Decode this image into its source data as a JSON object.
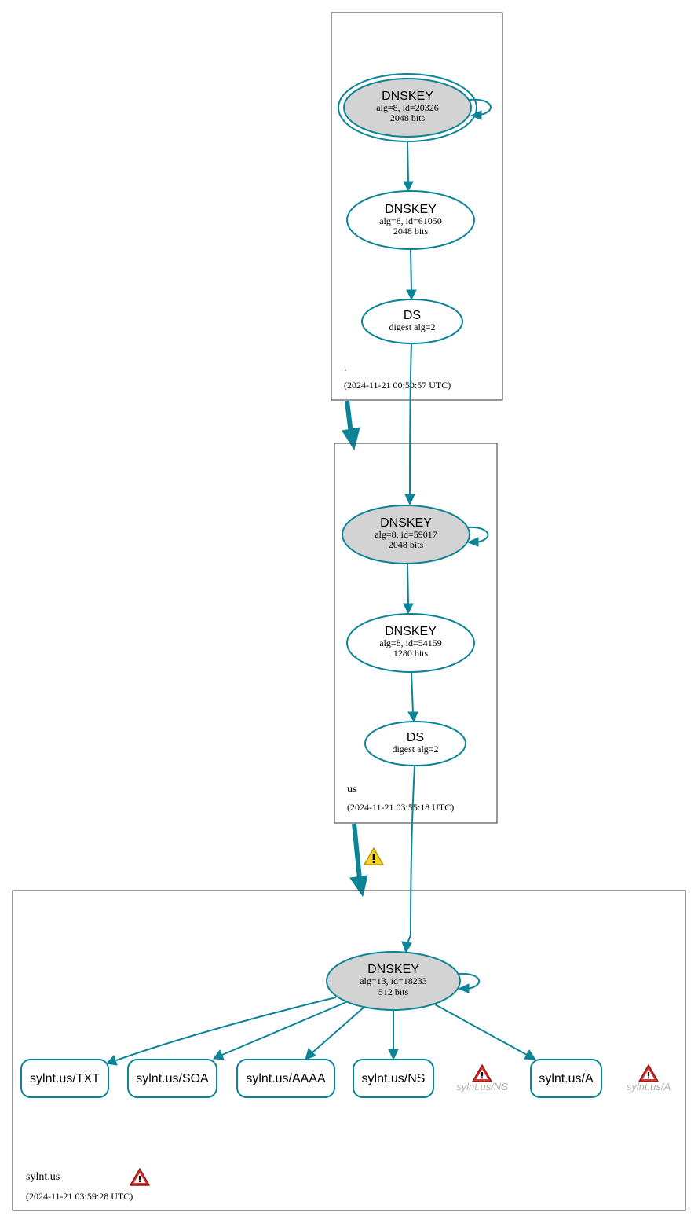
{
  "zones": {
    "root": {
      "name": ".",
      "timestamp": "(2024-11-21 00:50:57 UTC)",
      "ksk": {
        "title": "DNSKEY",
        "line1": "alg=8, id=20326",
        "line2": "2048 bits"
      },
      "zsk": {
        "title": "DNSKEY",
        "line1": "alg=8, id=61050",
        "line2": "2048 bits"
      },
      "ds": {
        "title": "DS",
        "line1": "digest alg=2"
      }
    },
    "us": {
      "name": "us",
      "timestamp": "(2024-11-21 03:55:18 UTC)",
      "ksk": {
        "title": "DNSKEY",
        "line1": "alg=8, id=59017",
        "line2": "2048 bits"
      },
      "zsk": {
        "title": "DNSKEY",
        "line1": "alg=8, id=54159",
        "line2": "1280 bits"
      },
      "ds": {
        "title": "DS",
        "line1": "digest alg=2"
      }
    },
    "sylnt": {
      "name": "sylnt.us",
      "timestamp": "(2024-11-21 03:59:28 UTC)",
      "key": {
        "title": "DNSKEY",
        "line1": "alg=13, id=18233",
        "line2": "512 bits"
      },
      "records": [
        "sylnt.us/TXT",
        "sylnt.us/SOA",
        "sylnt.us/AAAA",
        "sylnt.us/NS",
        "sylnt.us/A"
      ],
      "ghost_records": [
        "sylnt.us/NS",
        "sylnt.us/A"
      ]
    }
  },
  "colors": {
    "edge": "#0a8496",
    "ksk_fill": "#d3d3d3",
    "warning_yellow": "#f5d327",
    "error_red": "#d9332f"
  }
}
